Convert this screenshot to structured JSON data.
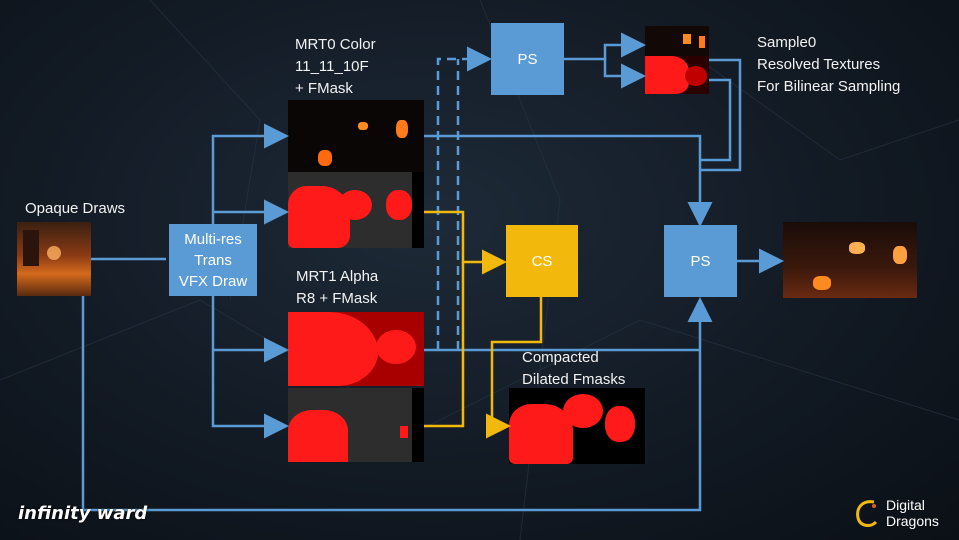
{
  "labels": {
    "opaque_draws": "Opaque Draws",
    "mrt0": "MRT0 Color\n11_11_10F\n+ FMask",
    "mrt1": "MRT1 Alpha\nR8 + FMask",
    "sample0": "Sample0\nResolved Textures\nFor Bilinear Sampling",
    "compacted": "Compacted\nDilated Fmasks"
  },
  "boxes": {
    "multires": "Multi-res\nTrans\nVFX Draw",
    "ps_top": "PS",
    "cs": "CS",
    "ps_right": "PS"
  },
  "logos": {
    "left": "infinity ward",
    "right": "Digital\nDragons"
  },
  "colors": {
    "blue_arrow": "#5b9bd5",
    "orange_arrow": "#f2b90c",
    "fmask_red": "#ff1a1a"
  }
}
